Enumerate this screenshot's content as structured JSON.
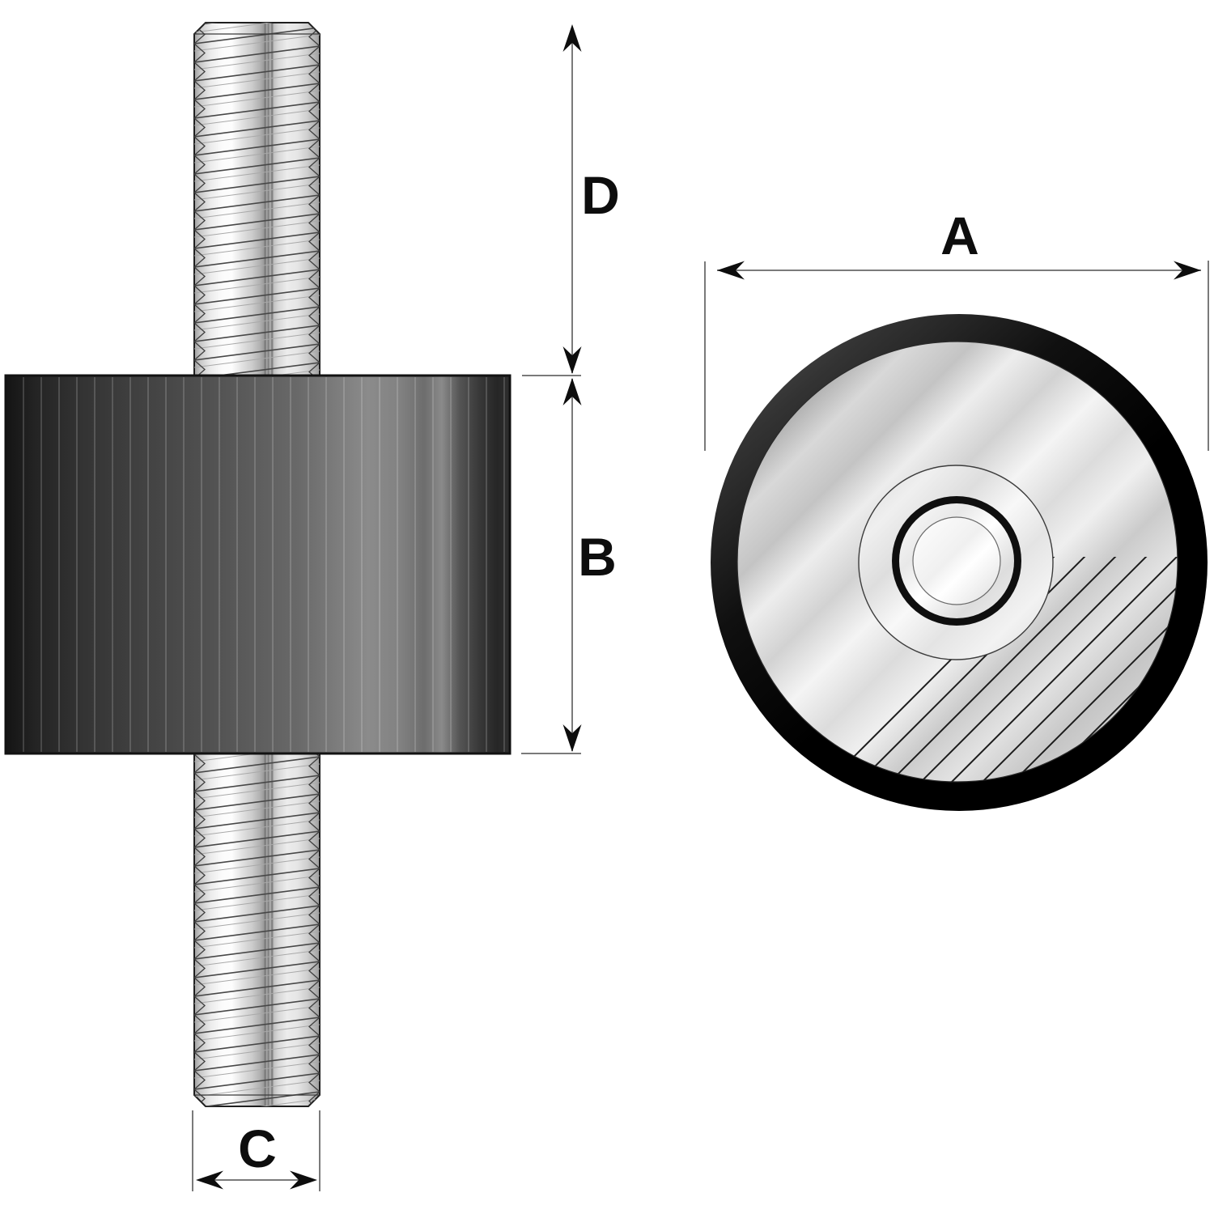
{
  "page": {
    "background": "#ffffff"
  },
  "labels": {
    "A": "A",
    "B": "B",
    "C": "C",
    "D": "D"
  },
  "colors": {
    "dimension_line": "#7a7a7a",
    "arrowhead": "#0d0d0d",
    "rubber_dark": "#161616",
    "metal_highlight": "#f5f5f5",
    "outline": "#1f1f1f"
  }
}
